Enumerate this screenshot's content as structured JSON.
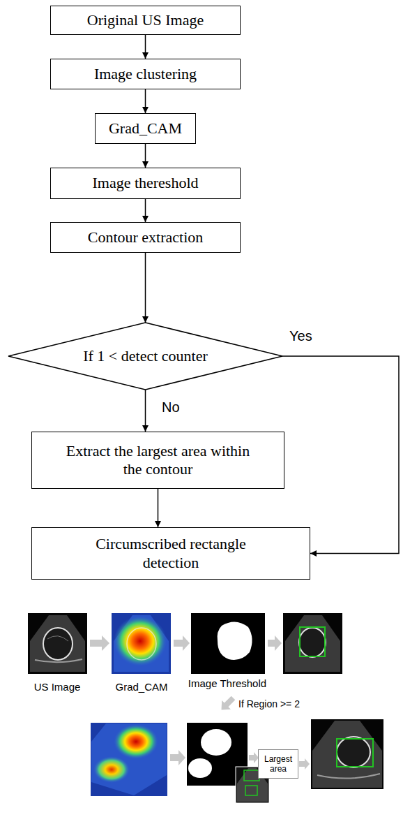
{
  "diagram": {
    "nodes": [
      {
        "text": [
          "Original US Image"
        ]
      },
      {
        "text": [
          "Image clustering"
        ]
      },
      {
        "text": [
          "Grad_CAM"
        ]
      },
      {
        "text": [
          "Image thereshold"
        ]
      },
      {
        "text": [
          "Contour extraction"
        ]
      },
      {
        "text": [
          "If 1 < detect counter"
        ]
      },
      {
        "text": [
          "Extract the largest area within the contour"
        ]
      },
      {
        "text": [
          "Circumscribed rectangle detection"
        ]
      },
      {
        "text": [
          "Largest area"
        ]
      }
    ],
    "edges": [
      {
        "from": 0,
        "to": 1,
        "arrow": "to"
      },
      {
        "from": 1,
        "to": 2,
        "arrow": "to"
      },
      {
        "from": 2,
        "to": 3,
        "arrow": "to"
      },
      {
        "from": 3,
        "to": 4,
        "arrow": "to"
      },
      {
        "from": 4,
        "to": 5,
        "arrow": "to"
      },
      {
        "from": 5,
        "to": 7,
        "label": "Yes",
        "arrow": "to"
      },
      {
        "from": 5,
        "to": 6,
        "label": "No",
        "arrow": "to"
      },
      {
        "from": 6,
        "to": 7,
        "arrow": "to"
      }
    ],
    "labels": [
      "US Image",
      "Grad_CAM",
      "Image Threshold",
      "If Region >= 2"
    ]
  }
}
